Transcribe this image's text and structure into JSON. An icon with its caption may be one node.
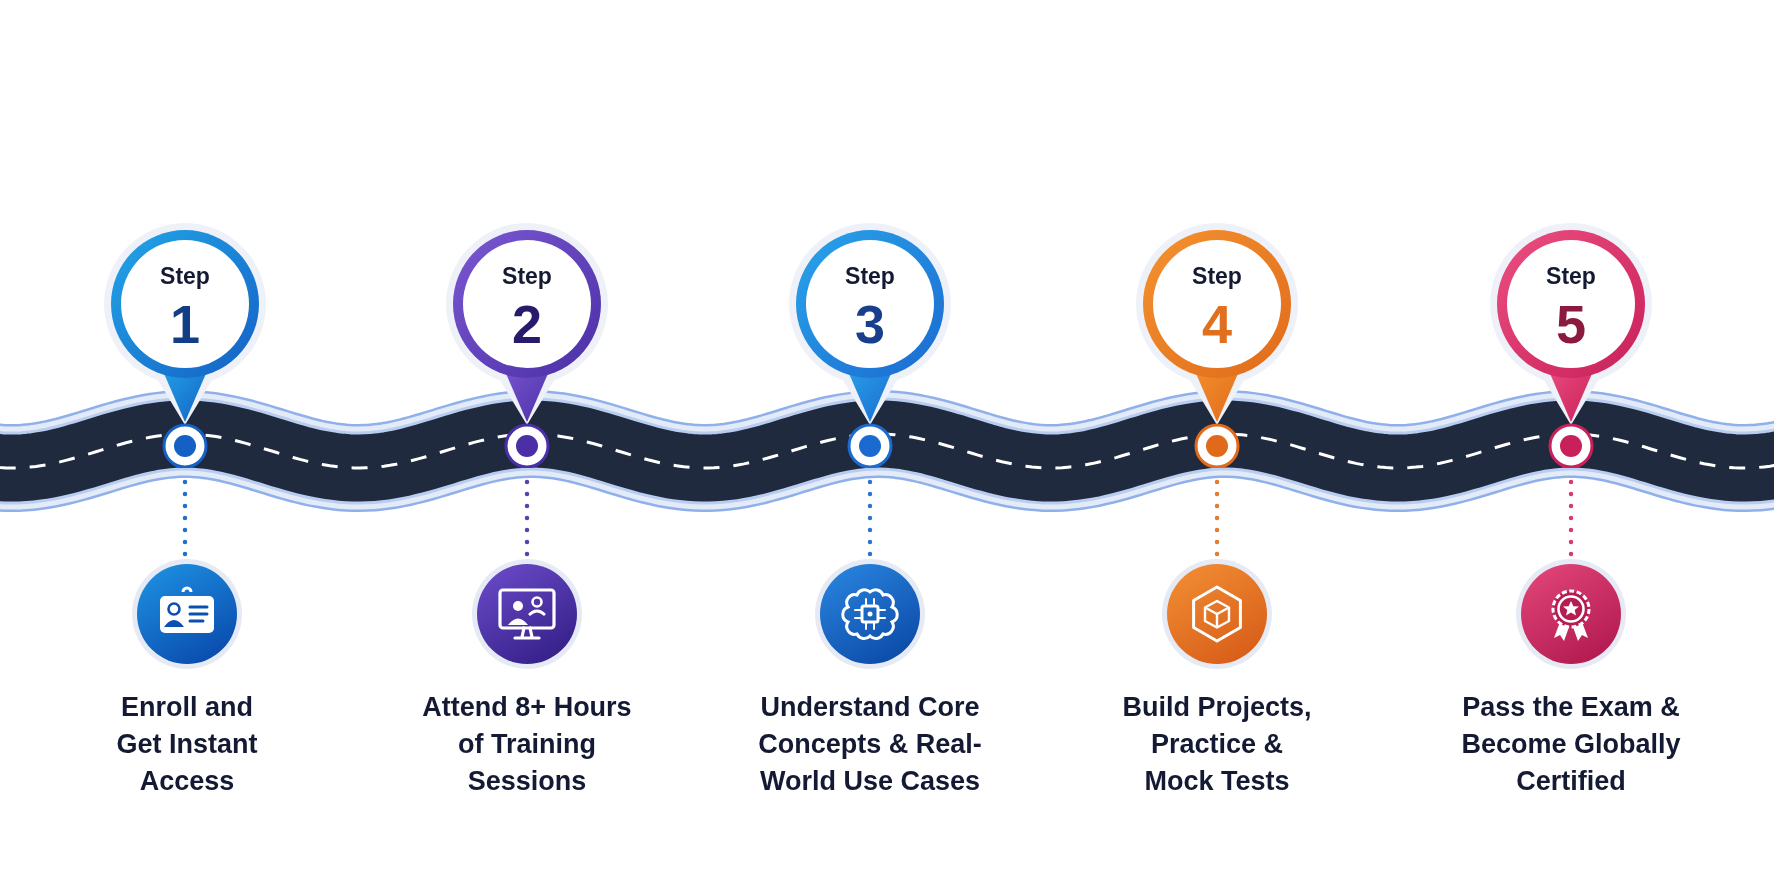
{
  "diagram": {
    "nodes": [
      {
        "text": [
          "Step",
          "1"
        ]
      },
      {
        "text": [
          "Step",
          "2"
        ]
      },
      {
        "text": [
          "Step",
          "3"
        ]
      },
      {
        "text": [
          "Step",
          "4"
        ]
      },
      {
        "text": [
          "Step",
          "5"
        ]
      },
      {
        "text": [
          "Enroll and Get Instant Access"
        ]
      },
      {
        "text": [
          "Attend 8+ Hours of Training Sessions"
        ]
      },
      {
        "text": [
          "Understand Core Concepts & Real-World Use Cases"
        ]
      },
      {
        "text": [
          "Build Projects, Practice & Mock Tests"
        ]
      },
      {
        "text": [
          "Pass the Exam & Become Globally Certified"
        ]
      }
    ],
    "edges": [
      {
        "from": 0,
        "to": 5,
        "arrow": "none",
        "style": "dashed",
        "color": "#1f6fd1"
      },
      {
        "from": 1,
        "to": 6,
        "arrow": "none",
        "style": "dashed",
        "color": "#5b3fb2"
      },
      {
        "from": 2,
        "to": 7,
        "arrow": "none",
        "style": "dashed",
        "color": "#2a74d6"
      },
      {
        "from": 3,
        "to": 8,
        "arrow": "none",
        "style": "dashed",
        "color": "#e67a2e"
      },
      {
        "from": 4,
        "to": 9,
        "arrow": "none",
        "style": "dashed",
        "color": "#d63a6e"
      }
    ]
  }
}
